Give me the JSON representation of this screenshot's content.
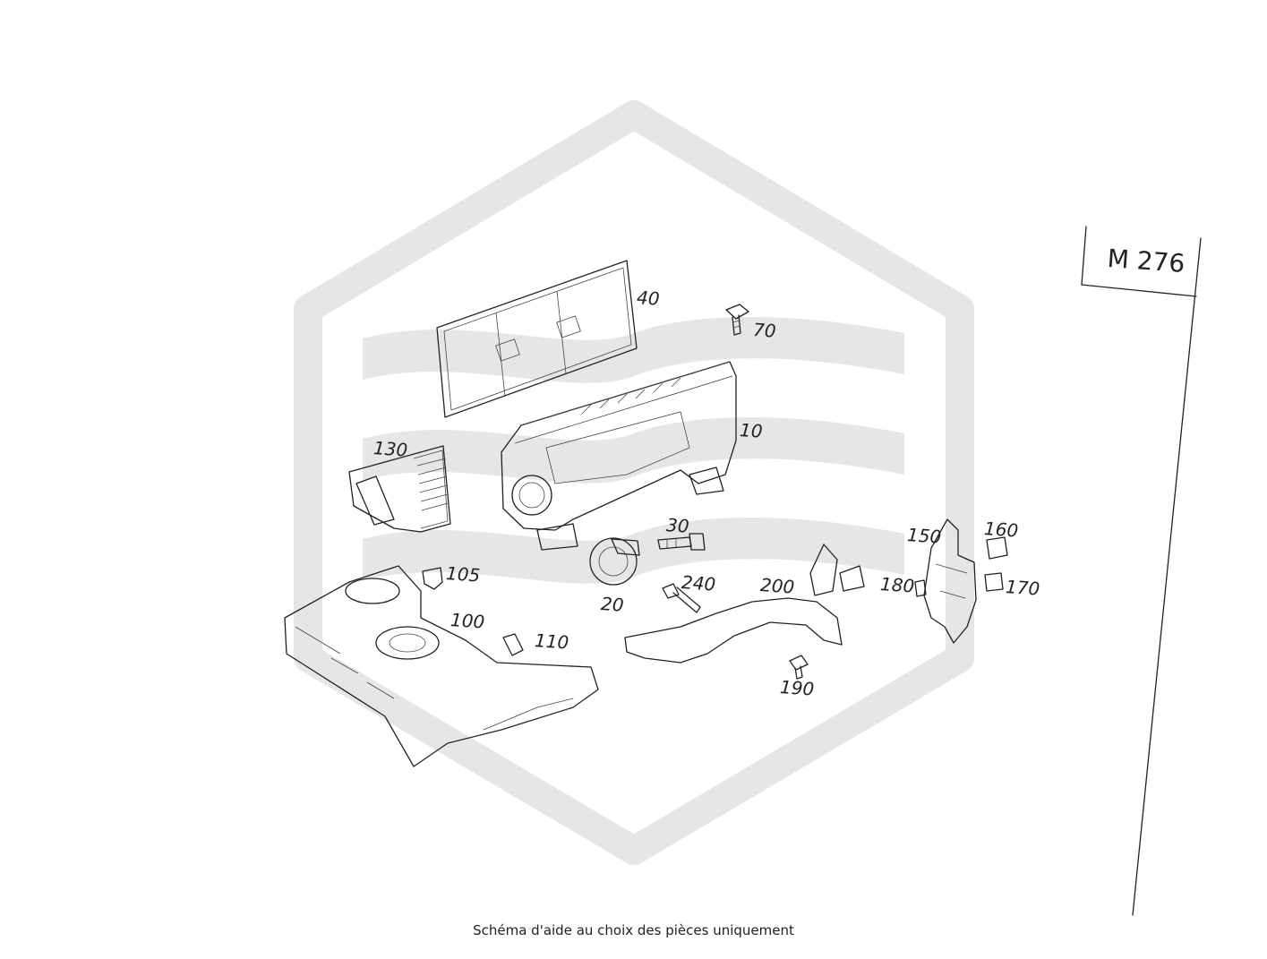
{
  "engine_code": "M 276",
  "caption": "Schéma d'aide au choix des pièces uniquement",
  "callouts": {
    "p10": "10",
    "p20": "20",
    "p30": "30",
    "p40": "40",
    "p70": "70",
    "p100": "100",
    "p105": "105",
    "p110": "110",
    "p130": "130",
    "p150": "150",
    "p160": "160",
    "p170": "170",
    "p180": "180",
    "p190": "190",
    "p200": "200",
    "p240": "240"
  },
  "colors": {
    "watermark": "#e6e6e6",
    "line": "#222222",
    "background": "#ffffff"
  }
}
